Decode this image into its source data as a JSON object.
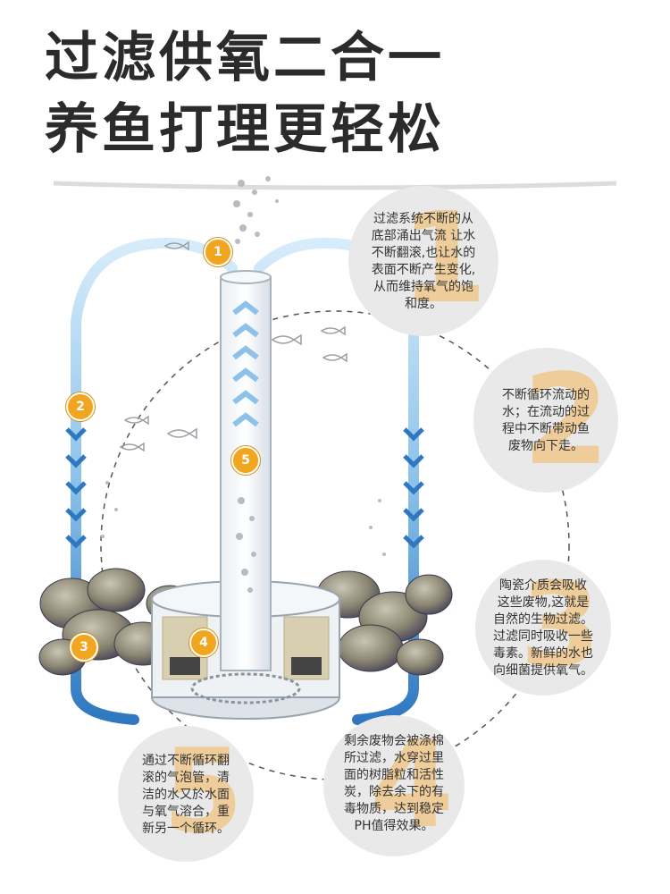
{
  "headline": {
    "line1": "过滤供氧二合一",
    "line2": "养鱼打理更轻松"
  },
  "steps": [
    {
      "number": "1",
      "text": "过滤系统不断的从\n底部涌出气流 让水\n不断翻滚,也让水的\n表面不断产生变化,\n从而维持氧气的饱\n和度。"
    },
    {
      "number": "2",
      "text": "不断循环流动的\n水；在流动的过\n程中不断带动鱼\n废物向下走。"
    },
    {
      "number": "3",
      "text": "陶瓷介质会吸收\n这些废物,这就是\n自然的生物过滤。\n过滤同时吸收一些\n毒素。新鲜的水也\n向细菌提供氧气。"
    },
    {
      "number": "4",
      "text": "剩余废物会被涤棉\n所过滤，水穿过里\n面的树脂粒和活性\n炭，除去余下的有\n毒物质，达到稳定\nPH值得效果。"
    },
    {
      "number": "5",
      "text": "通过不断循环翻\n滚的气泡管，清\n洁的水又於水面\n与氧气溶合，重\n新另一个循环。"
    }
  ],
  "diagram_markers": [
    "1",
    "2",
    "3",
    "4",
    "5"
  ],
  "colors": {
    "marker": "#f2a51f",
    "flow_blue": "#3d87c9",
    "bubble_bg": "#e9e9e9",
    "headline": "#2b2b2b"
  }
}
